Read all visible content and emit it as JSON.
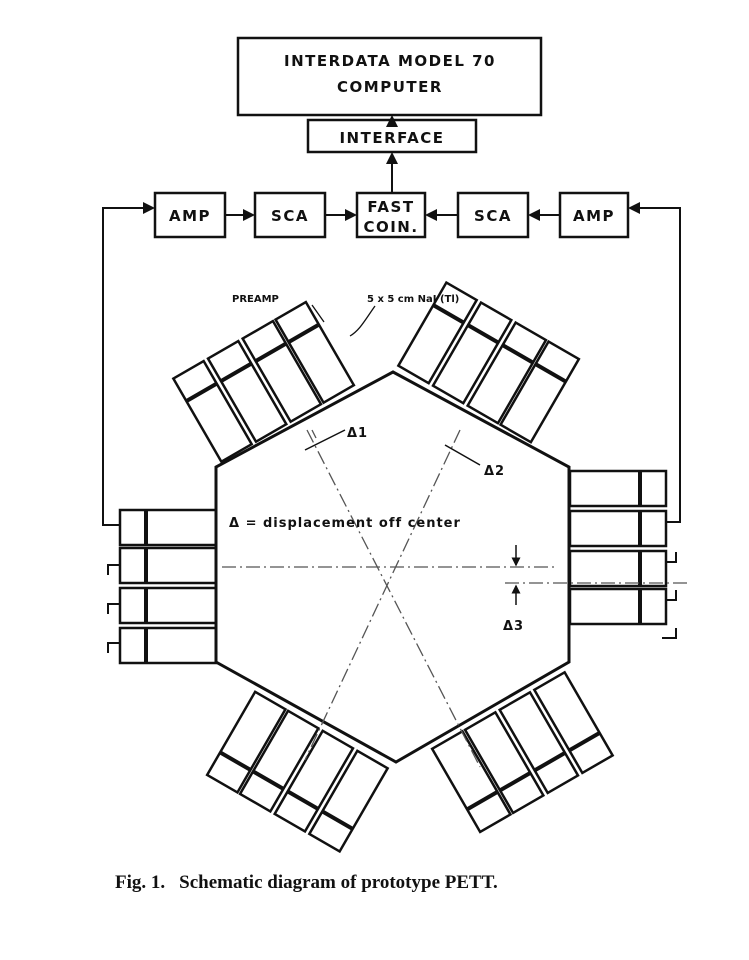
{
  "diagram": {
    "computer": {
      "line1": "INTERDATA MODEL 70",
      "line2": "COMPUTER"
    },
    "interface": "INTERFACE",
    "amp_left": "AMP",
    "sca_left": "SCA",
    "fast_coin": {
      "line1": "FAST",
      "line2": "COIN."
    },
    "sca_right": "SCA",
    "amp_right": "AMP",
    "preamp_label": "PREAMP",
    "crystal_label": "5 x 5 cm NaI (Tl)",
    "delta1": "Δ1",
    "delta2": "Δ2",
    "delta3": "Δ3",
    "delta_def": "Δ = displacement off center"
  },
  "caption": {
    "number": "Fig. 1.",
    "text": "Schematic diagram of prototype PETT."
  }
}
